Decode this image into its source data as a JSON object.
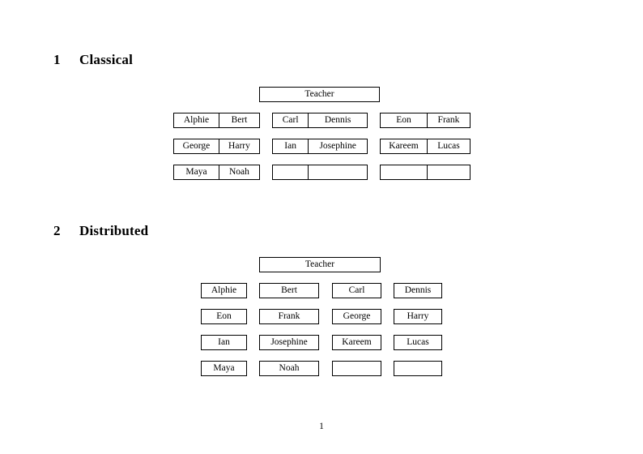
{
  "document": {
    "page_number": "1"
  },
  "sections": [
    {
      "number": "1",
      "title": "Classical",
      "root": {
        "label": "Teacher"
      },
      "layout": "grouped-pairs",
      "columns": 3,
      "rows": [
        {
          "groups": [
            [
              "Alphie",
              "Bert"
            ],
            [
              "Carl",
              "Dennis"
            ],
            [
              "Eon",
              "Frank"
            ]
          ]
        },
        {
          "groups": [
            [
              "George",
              "Harry"
            ],
            [
              "Ian",
              "Josephine"
            ],
            [
              "Kareem",
              "Lucas"
            ]
          ]
        },
        {
          "groups": [
            [
              "Maya",
              "Noah"
            ],
            [
              "",
              ""
            ],
            [
              "",
              ""
            ]
          ]
        }
      ]
    },
    {
      "number": "2",
      "title": "Distributed",
      "root": {
        "label": "Teacher"
      },
      "layout": "single-cells",
      "columns": 4,
      "rows": [
        {
          "cells": [
            "Alphie",
            "Bert",
            "Carl",
            "Dennis"
          ]
        },
        {
          "cells": [
            "Eon",
            "Frank",
            "George",
            "Harry"
          ]
        },
        {
          "cells": [
            "Ian",
            "Josephine",
            "Kareem",
            "Lucas"
          ]
        },
        {
          "cells": [
            "Maya",
            "Noah",
            "",
            ""
          ]
        }
      ]
    }
  ]
}
